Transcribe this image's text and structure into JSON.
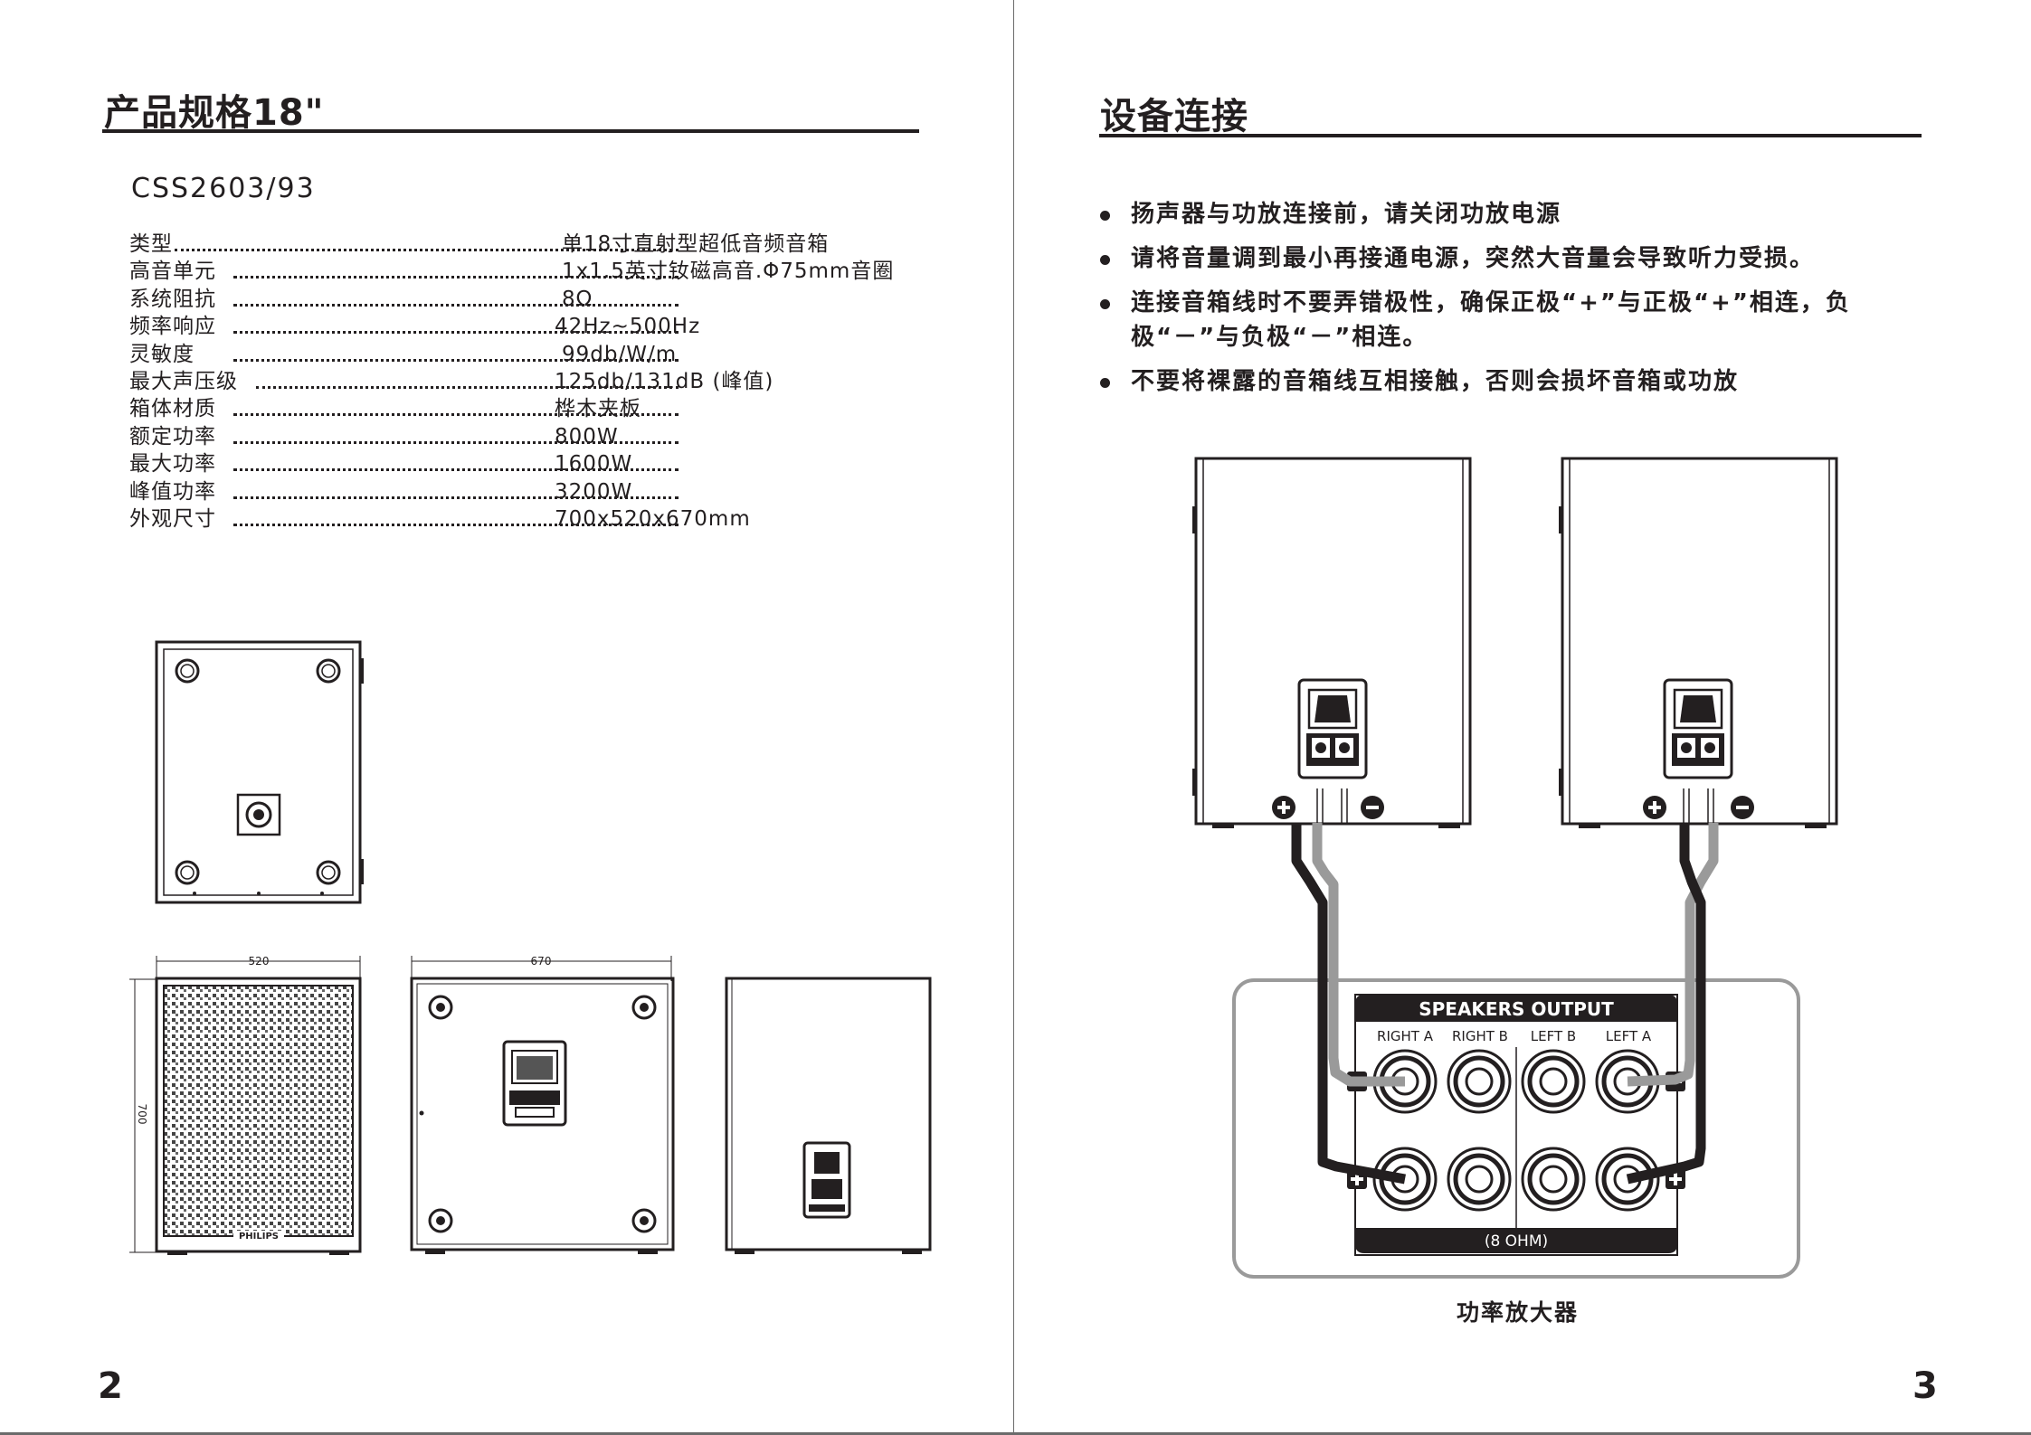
{
  "left_page": {
    "title": "产品规格18\"",
    "model": "CSS2603/93",
    "specs": [
      {
        "label": "类型",
        "value": "单18寸直射型超低音频音箱"
      },
      {
        "label": "高音单元",
        "value": "1x1.5英寸钕磁高音.Φ75mm音圈"
      },
      {
        "label": "系统阻抗",
        "value": "8Ω"
      },
      {
        "label": "频率响应",
        "value": "42Hz~500Hz"
      },
      {
        "label": "灵敏度",
        "value": "99db/W/m"
      },
      {
        "label": "最大声压级",
        "value": "125db/131dB (峰值)"
      },
      {
        "label": "箱体材质",
        "value": "桦木夹板"
      },
      {
        "label": "额定功率",
        "value": "800W"
      },
      {
        "label": "最大功率",
        "value": "1600W"
      },
      {
        "label": "峰值功率",
        "value": "3200W"
      },
      {
        "label": "外观尺寸",
        "value": "700x520x670mm"
      }
    ],
    "drawing_labels": {
      "width_dim": "520",
      "depth_dim": "670",
      "height_dim": "700",
      "brand": "PHILIPS"
    },
    "page_number": "2"
  },
  "right_page": {
    "title": "设备连接",
    "bullets": [
      "扬声器与功放连接前，请关闭功放电源",
      "请将音量调到最小再接通电源，突然大音量会导致听力受损。",
      "连接音箱线时不要弄错极性，确保正极“+”与正极“+”相连，负极“－”与负极“－”相连。",
      "不要将裸露的音箱线互相接触，否则会损坏音箱或功放"
    ],
    "amplifier": {
      "header": "SPEAKERS OUTPUT",
      "channels": [
        "RIGHT A",
        "RIGHT B",
        "LEFT B",
        "LEFT A"
      ],
      "footer": "(8 OHM)",
      "caption": "功率放大器"
    },
    "page_number": "3"
  }
}
